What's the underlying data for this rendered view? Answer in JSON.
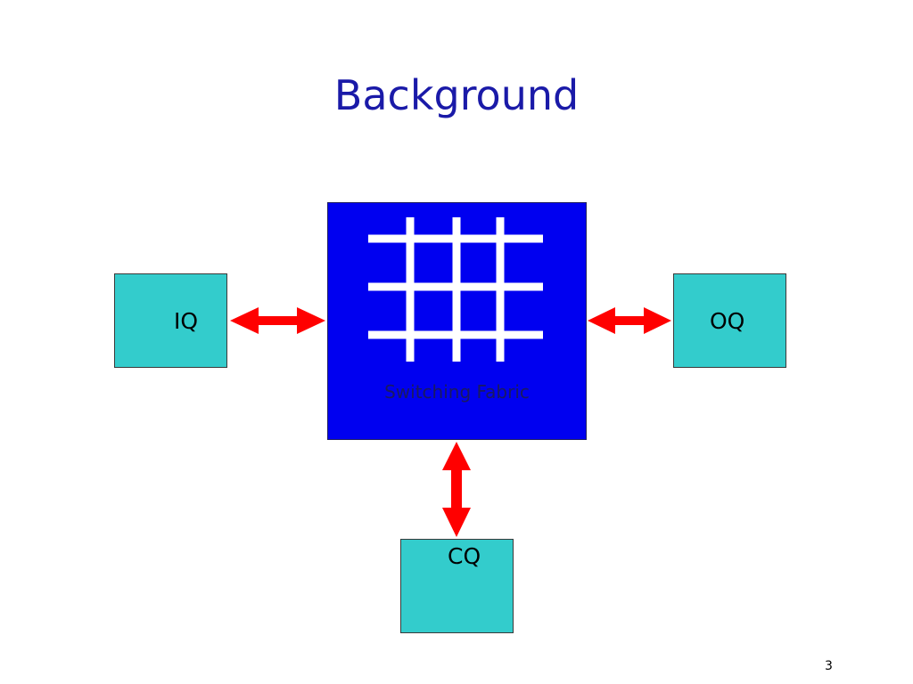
{
  "slide": {
    "title": "Background",
    "page_number": "3"
  },
  "diagram": {
    "nodes": {
      "input_queue": "IQ",
      "output_queue": "OQ",
      "central_queue": "CQ",
      "fabric": "Switching Fabric"
    },
    "colors": {
      "queue_fill": "#33cccc",
      "fabric_fill": "#0000f0",
      "grid_lines": "#ffffff",
      "arrows": "#ff0000",
      "title": "#1a1aa8"
    },
    "edges": [
      {
        "from": "input_queue",
        "to": "fabric",
        "direction": "both"
      },
      {
        "from": "fabric",
        "to": "output_queue",
        "direction": "both"
      },
      {
        "from": "fabric",
        "to": "central_queue",
        "direction": "both"
      }
    ]
  }
}
